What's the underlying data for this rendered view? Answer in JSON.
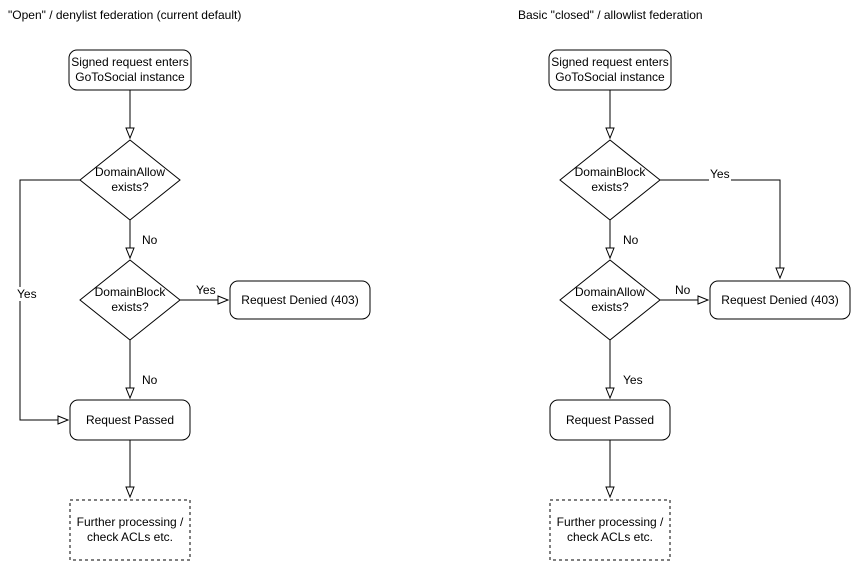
{
  "canvas": {
    "background": "#ffffff",
    "line_color": "#000000",
    "text_color": "#000000"
  },
  "left_chart": {
    "title": "\"Open\" / denylist federation (current default)",
    "start_node": "Signed request enters\nGoToSocial instance",
    "decision1": "DomainAllow\nexists?",
    "decision1_yes_label": "Yes",
    "decision1_no_label": "No",
    "decision2": "DomainBlock\nexists?",
    "decision2_yes_label": "Yes",
    "decision2_no_label": "No",
    "denied_node": "Request Denied (403)",
    "passed_node": "Request Passed",
    "further_node": "Further processing /\ncheck ACLs etc."
  },
  "right_chart": {
    "title": "Basic \"closed\" / allowlist federation",
    "start_node": "Signed request enters\nGoToSocial instance",
    "decision1": "DomainBlock\nexists?",
    "decision1_yes_label": "Yes",
    "decision1_no_label": "No",
    "decision2": "DomainAllow\nexists?",
    "decision2_no_label": "No",
    "decision2_yes_label": "Yes",
    "denied_node": "Request Denied (403)",
    "passed_node": "Request Passed",
    "further_node": "Further processing /\ncheck ACLs etc."
  }
}
